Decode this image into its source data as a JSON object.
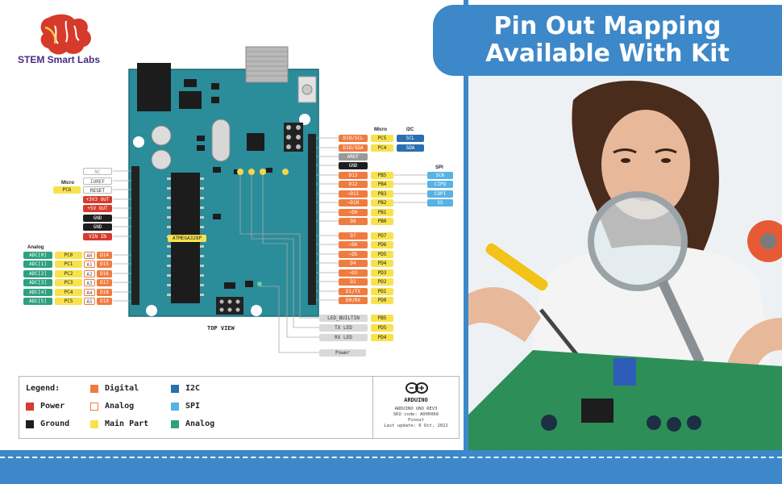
{
  "brand": {
    "name": "STEM Smart Labs",
    "accent": "#3d88c8"
  },
  "banner": {
    "line1": "Pin Out Mapping",
    "line2": "Available With Kit"
  },
  "board": {
    "chip_label": "ATMEGA328P",
    "view_label": "TOP VIEW",
    "right_group_headers": {
      "micro": "Micro",
      "i2c": "I2C",
      "spi": "SPI"
    },
    "right_top": [
      {
        "pin": "D19/SCL",
        "port": "PC5",
        "func": "SCL"
      },
      {
        "pin": "D18/SDA",
        "port": "PC4",
        "func": "SDA"
      }
    ],
    "aref": "AREF",
    "gnd": "GND",
    "right_digital": [
      {
        "pin": "D13",
        "port": "PB5",
        "func": "SCK"
      },
      {
        "pin": "D12",
        "port": "PB4",
        "func": "CIPO"
      },
      {
        "pin": "~D11",
        "port": "PB3",
        "func": "COPI"
      },
      {
        "pin": "~D10",
        "port": "PB2",
        "func": "SS"
      },
      {
        "pin": "~D9",
        "port": "PB1",
        "func": ""
      },
      {
        "pin": "D8",
        "port": "PB0",
        "func": ""
      },
      {
        "pin": "D7",
        "port": "PD7",
        "func": ""
      },
      {
        "pin": "~D6",
        "port": "PD6",
        "func": ""
      },
      {
        "pin": "~D5",
        "port": "PD5",
        "func": ""
      },
      {
        "pin": "D4",
        "port": "PD4",
        "func": ""
      },
      {
        "pin": "~D3",
        "port": "PD3",
        "func": ""
      },
      {
        "pin": "D2",
        "port": "PD2",
        "func": ""
      },
      {
        "pin": "D1/TX",
        "port": "PD1",
        "func": ""
      },
      {
        "pin": "D0/RX",
        "port": "PD0",
        "func": ""
      }
    ],
    "leds": [
      {
        "label": "LED_BUILTIN",
        "port": "PB5"
      },
      {
        "label": "TX LED",
        "port": "PD5"
      },
      {
        "label": "RX LED",
        "port": "PD4"
      },
      {
        "label": "Power",
        "port": ""
      }
    ],
    "left_power_header": "Micro",
    "left_power": [
      {
        "micro": "",
        "label": "NC"
      },
      {
        "micro": "",
        "label": "IOREF"
      },
      {
        "micro": "PC6",
        "label": "RESET"
      },
      {
        "micro": "",
        "label": "+3V3 OUT"
      },
      {
        "micro": "",
        "label": "+5V OUT"
      },
      {
        "micro": "",
        "label": "GND"
      },
      {
        "micro": "",
        "label": "GND"
      },
      {
        "micro": "",
        "label": "VIN IN"
      }
    ],
    "left_analog_header": "Analog",
    "left_analog": [
      {
        "adc": "ADC[0]",
        "port": "PC0",
        "a": "A0",
        "d": "D14"
      },
      {
        "adc": "ADC[1]",
        "port": "PC1",
        "a": "A1",
        "d": "D15"
      },
      {
        "adc": "ADC[2]",
        "port": "PC2",
        "a": "A2",
        "d": "D16"
      },
      {
        "adc": "ADC[3]",
        "port": "PC3",
        "a": "A3",
        "d": "D17"
      },
      {
        "adc": "ADC[4]",
        "port": "PC4",
        "a": "A4",
        "d": "D18"
      },
      {
        "adc": "ADC[5]",
        "port": "PC5",
        "a": "A5",
        "d": "D19"
      }
    ]
  },
  "legend": {
    "title": "Legend:",
    "items": [
      {
        "label": "Digital",
        "color": "#f07b3f"
      },
      {
        "label": "I2C",
        "color": "#2a6fb0"
      },
      {
        "label": "Power",
        "color": "#d63c2d"
      },
      {
        "label": "Analog",
        "color": "#ffffff"
      },
      {
        "label": "SPI",
        "color": "#58b2e4"
      },
      {
        "label": "Ground",
        "color": "#1e1e1e"
      },
      {
        "label": "Main Part",
        "color": "#f7e24d"
      },
      {
        "label": "Analog",
        "color": "#2ea17f"
      }
    ],
    "info": {
      "logo_text": "ARDUINO",
      "board": "ARDUINO UNO REV3",
      "sku": "SKU code: A000066",
      "doc": "Pinout",
      "updated": "Last update: 6 Oct, 2022"
    }
  }
}
